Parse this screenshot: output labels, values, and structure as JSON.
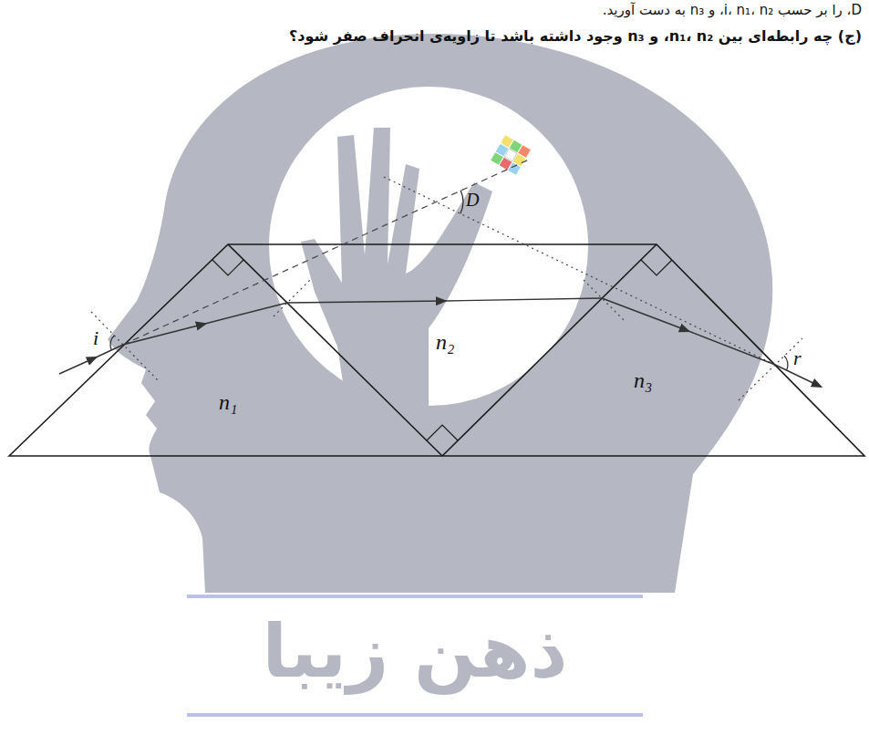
{
  "diagram": {
    "labels": [
      "D، را بر حسب i، n₁، n₂، و n₃ به دست آورید.",
      "(ج) چه رابطه‌ای بین n₁، n₂، و n₃ وجود داشته باشد تا زاویه‌ی انحراف صفر شود؟",
      "i",
      "D",
      "n₂",
      "r",
      "n₁",
      "n₃",
      "ذهن زیبا"
    ]
  }
}
